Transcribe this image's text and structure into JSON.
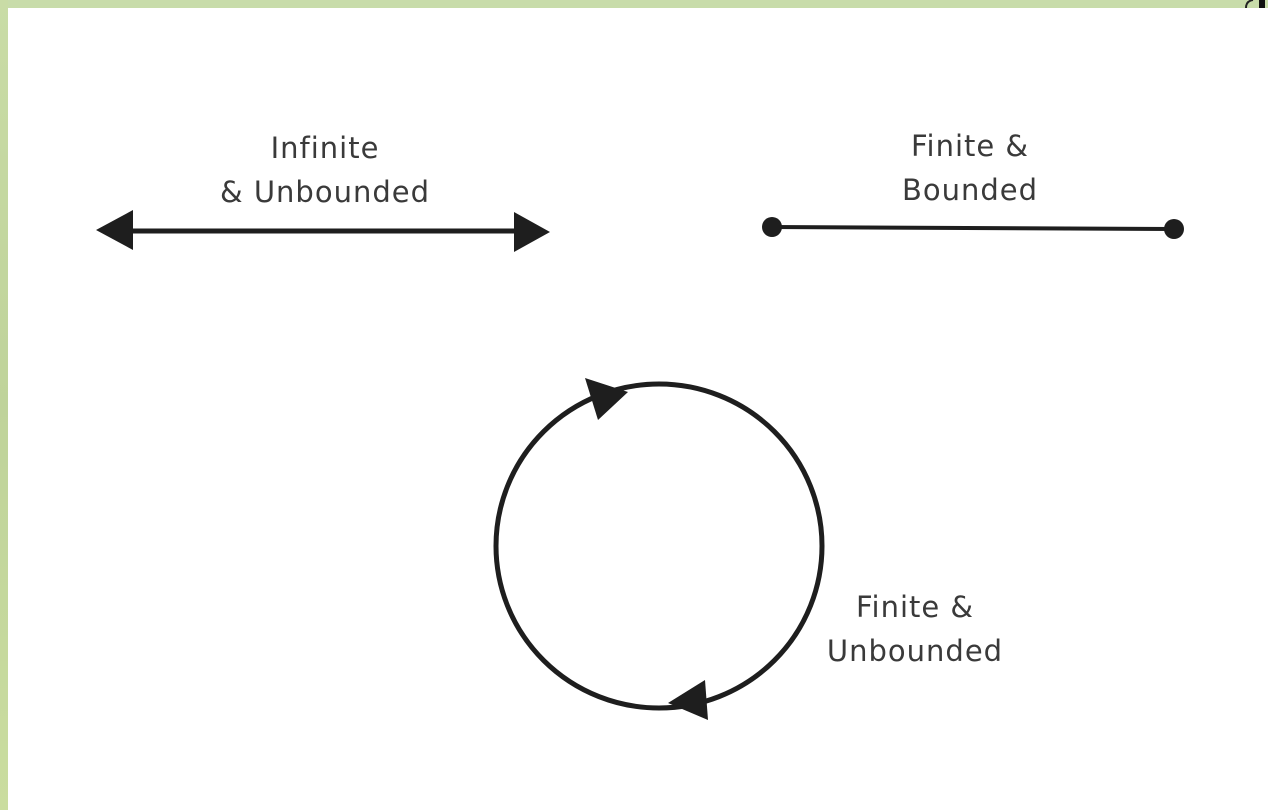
{
  "diagram": {
    "infinite_unbounded": {
      "line1": "Infinite",
      "line2": "& Unbounded"
    },
    "finite_bounded": {
      "line1": "Finite &",
      "line2": "Bounded"
    },
    "finite_unbounded": {
      "line1": "Finite &",
      "line2": "Unbounded"
    }
  },
  "colors": {
    "frame": "#cfe2b0",
    "ink": "#1e1e1e",
    "text": "#3a3a3a",
    "panel": "#ffffff"
  }
}
